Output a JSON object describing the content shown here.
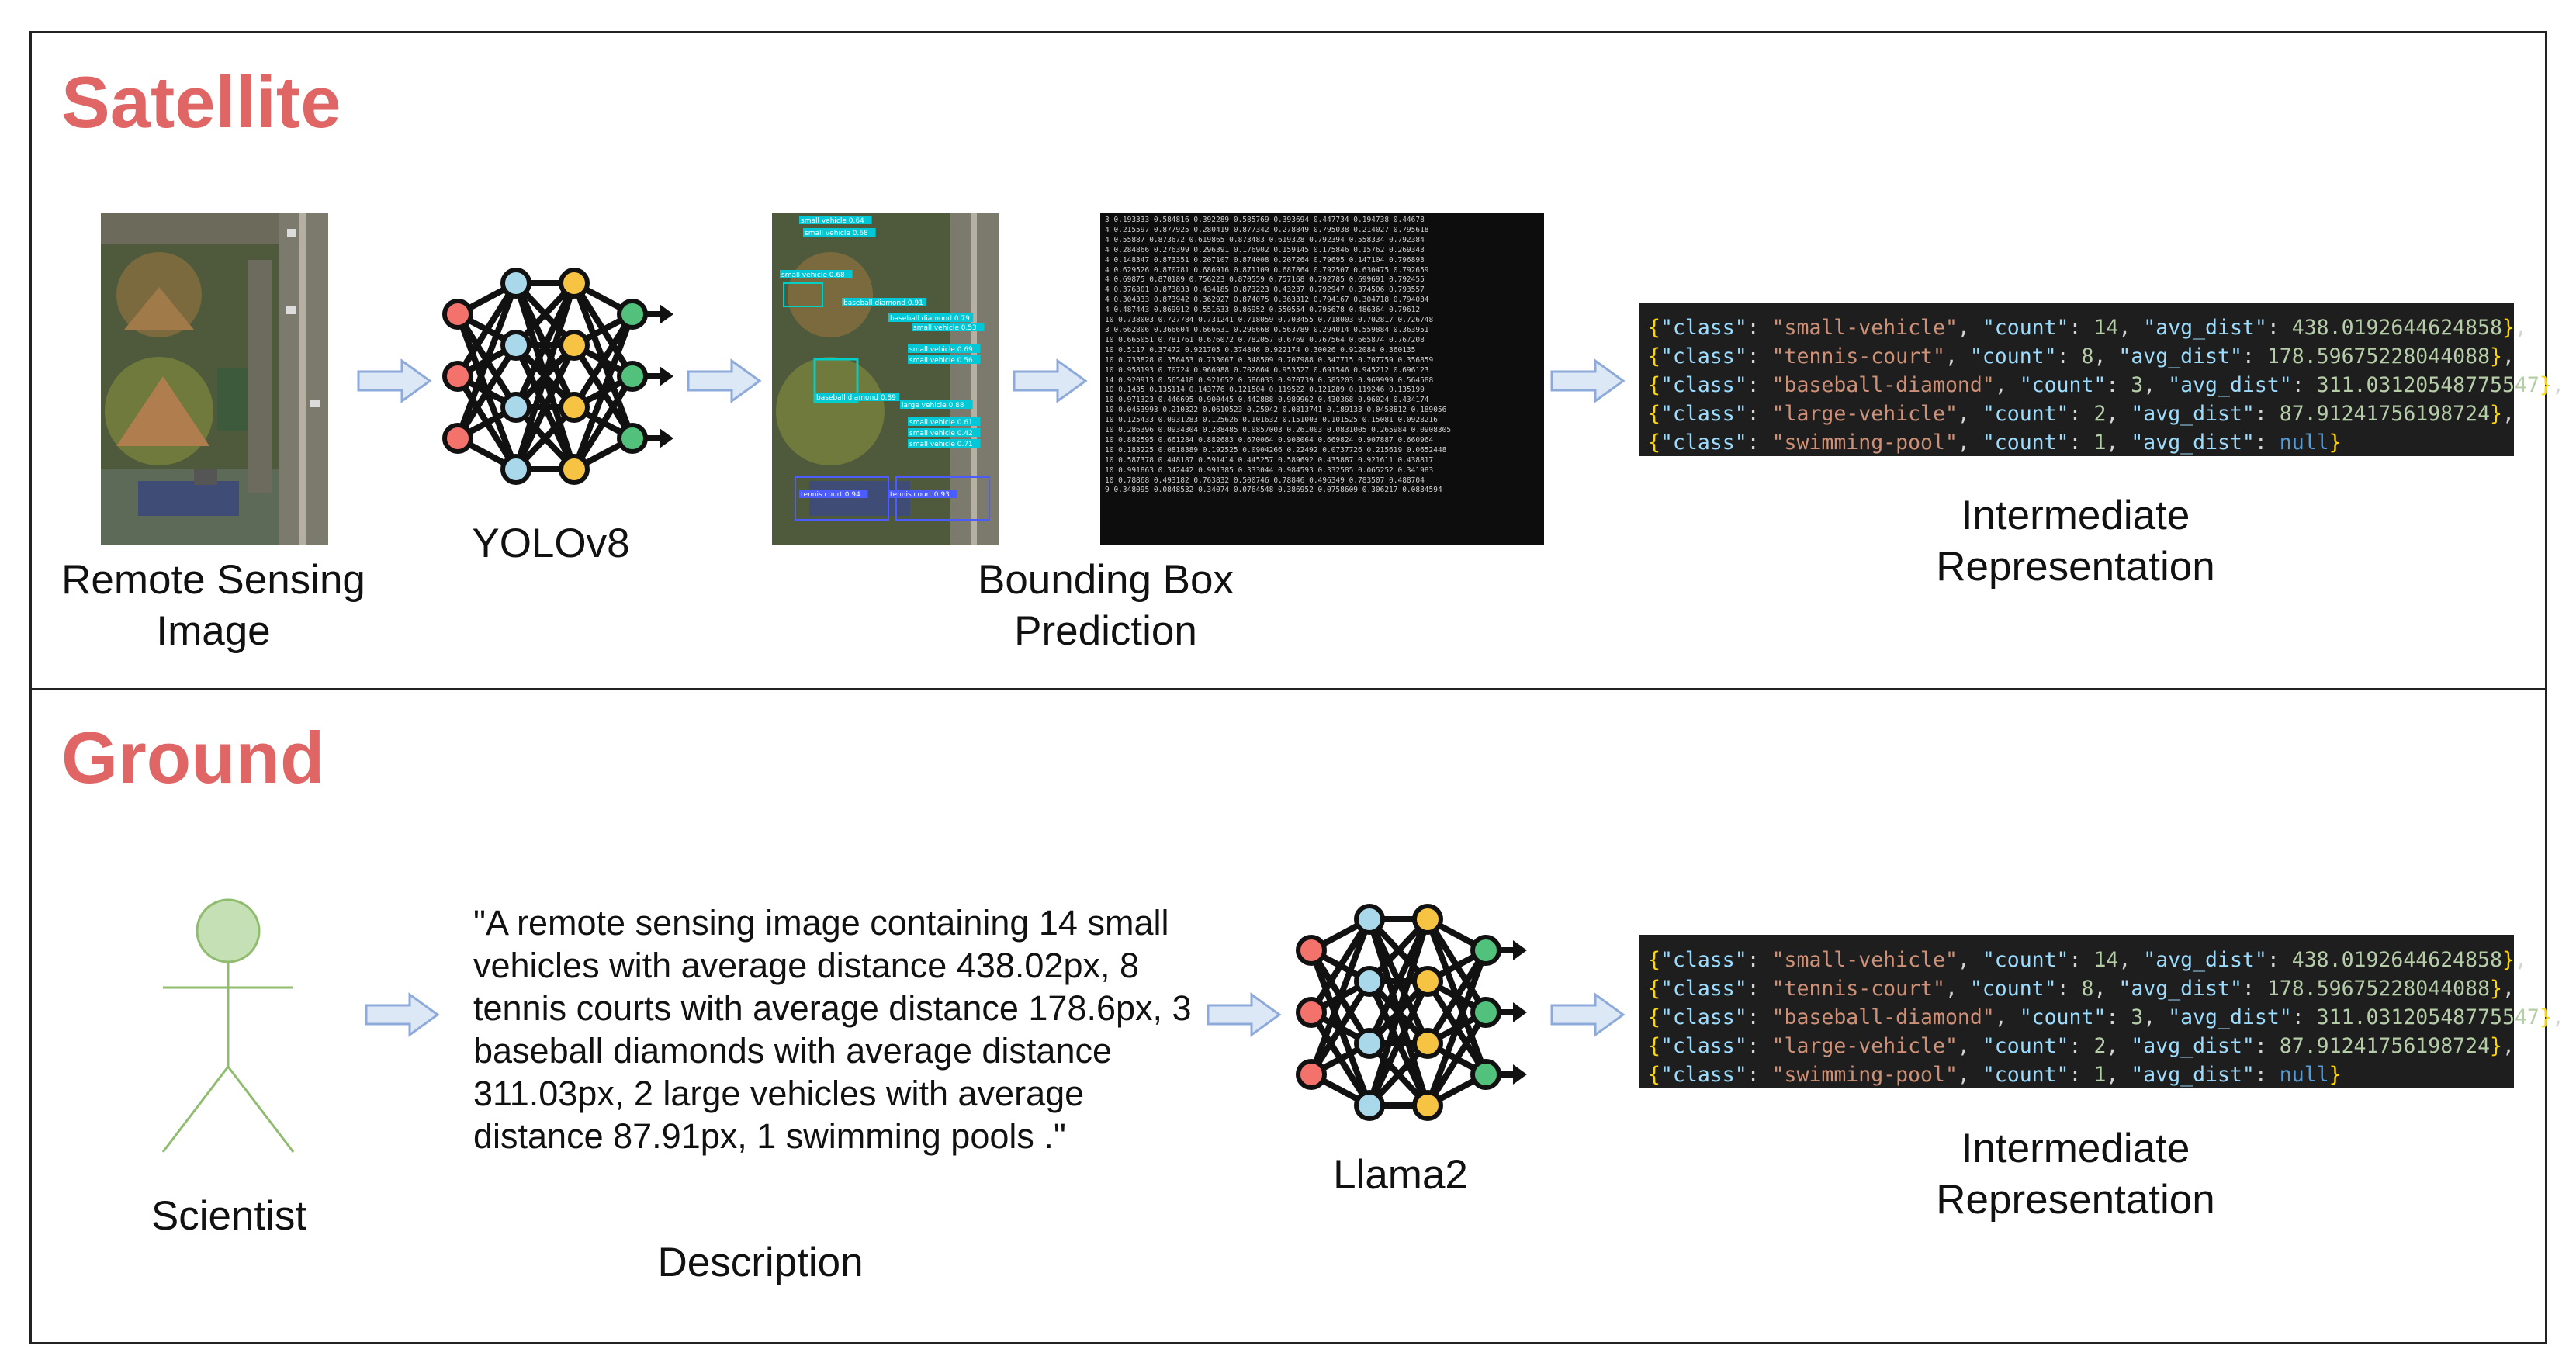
{
  "satellite": {
    "title": "Satellite",
    "input_label": [
      "Remote Sensing",
      "Image"
    ],
    "model_label": "YOLOv8",
    "bbox_label": [
      "Bounding Box",
      "Prediction"
    ],
    "ir_label": [
      "Intermediate",
      "Representation"
    ],
    "detections": [
      "small vehicle 0.64",
      "small vehicle 0.68",
      "small vehicle 0.68",
      "baseball diamond 0.91",
      "baseball diamond 0.79",
      "small vehicle 0.53",
      "small vehicle 0.69",
      "small vehicle 0.56",
      "baseball diamond 0.89",
      "large vehicle 0.88",
      "small vehicle 0.61",
      "small vehicle 0.42",
      "small vehicle 0.71",
      "tennis court 0.94",
      "tennis court 0.93"
    ],
    "bbox_lines": [
      "3 0.193333 0.584816 0.392289 0.585769 0.393694 0.447734 0.194738 0.44678",
      "4 0.215597 0.877925 0.280419 0.877342 0.278849 0.795038 0.214027 0.795618",
      "4 0.55887 0.873672 0.619865 0.873483 0.619328 0.792394 0.558334 0.792384",
      "4 0.284866 0.276399 0.296391 0.176902 0.159145 0.175846 0.15762 0.269343",
      "4 0.148347 0.873351 0.207107 0.874008 0.207264 0.79695 0.147104 0.796893",
      "4 0.629526 0.870781 0.686916 0.871109 0.687864 0.792507 0.630475 0.792659",
      "4 0.69875 0.870189 0.756223 0.870559 0.757168 0.792785 0.699691 0.792455",
      "4 0.376301 0.873833 0.434185 0.873223 0.43237 0.792947 0.374506 0.793557",
      "4 0.304333 0.873942 0.362927 0.874075 0.363312 0.794167 0.304718 0.794034",
      "4 0.487443 0.869912 0.551633 0.86952 0.550554 0.795678 0.486364 0.79612",
      "10 0.738003 0.727784 0.731241 0.718059 0.703455 0.718003 0.702817 0.726748",
      "3 0.662806 0.366604 0.666631 0.296668 0.563789 0.294014 0.559884 0.363951",
      "10 0.665051 0.781761 0.676072 0.782057 0.6769 0.767564 0.665874 0.767208",
      "10 0.5117 0.37472 0.921705 0.374846 0.922174 0.30026 0.912084 0.360135",
      "10 0.733828 0.356453 0.733067 0.348509 0.707988 0.347715 0.707759 0.356859",
      "10 0.958193 0.70724 0.966988 0.702664 0.953527 0.691546 0.945212 0.696123",
      "14 0.920913 0.565418 0.921652 0.586033 0.970739 0.585203 0.969999 0.564588",
      "10 0.1435 0.135114 0.143776 0.121504 0.119522 0.121289 0.119246 0.135199",
      "10 0.971323 0.446695 0.900445 0.442888 0.989962 0.430368 0.96024 0.434174",
      "10 0.0453993 0.210322 0.0610523 0.25042 0.0813741 0.189133 0.0458812 0.189056",
      "10 0.125433 0.0931283 0.125626 0.101632 0.151003 0.101525 0.15081 0.0928216",
      "10 0.286396 0.0934304 0.288485 0.0857003 0.261003 0.0831005 0.265984 0.0908305",
      "10 0.882595 0.661284 0.882683 0.670064 0.908064 0.669824 0.907887 0.660964",
      "10 0.183225 0.0818389 0.192525 0.0904266 0.22492 0.0737726 0.215619 0.0652448",
      "10 0.587378 0.448187 0.591414 0.445257 0.589692 0.435887 0.921611 0.438817",
      "10 0.991863 0.342442 0.991385 0.333044 0.984593 0.332585 0.065252 0.341983",
      "10 0.78868 0.493182 0.763832 0.500746 0.78846 0.496349 0.783507 0.488704",
      "9 0.348095 0.0848532 0.34074 0.0764548 0.386952 0.0758609 0.306217 0.0834594"
    ]
  },
  "ground": {
    "title": "Ground",
    "actor_label": "Scientist",
    "description_text": "\"A remote sensing image containing 14 small vehicles with average distance 438.02px, 8 tennis courts with average distance 178.6px, 3 baseball diamonds with average distance 311.03px, 2 large vehicles with average distance 87.91px, 1 swimming pools .\"",
    "description_label": "Description",
    "model_label": "Llama2",
    "ir_label": [
      "Intermediate",
      "Representation"
    ]
  },
  "intermediate_representation": [
    {
      "class": "small-vehicle",
      "count": "14",
      "avg_dist": "438.0192644624858"
    },
    {
      "class": "tennis-court",
      "count": "8",
      "avg_dist": "178.59675228044088"
    },
    {
      "class": "baseball-diamond",
      "count": "3",
      "avg_dist": "311.03120548775547"
    },
    {
      "class": "large-vehicle",
      "count": "2",
      "avg_dist": "87.91241756198724"
    },
    {
      "class": "swimming-pool",
      "count": "1",
      "avg_dist": "null"
    }
  ],
  "colors": {
    "section_title": "#e06666",
    "arrow_fill": "#dde8f7",
    "arrow_stroke": "#8eaadb",
    "actor_fill": "#c5e0b4",
    "actor_stroke": "#8fbc6f",
    "node_red": "#f4726c",
    "node_blue": "#a8d8ea",
    "node_yellow": "#f6c343",
    "node_green": "#52c17c"
  }
}
